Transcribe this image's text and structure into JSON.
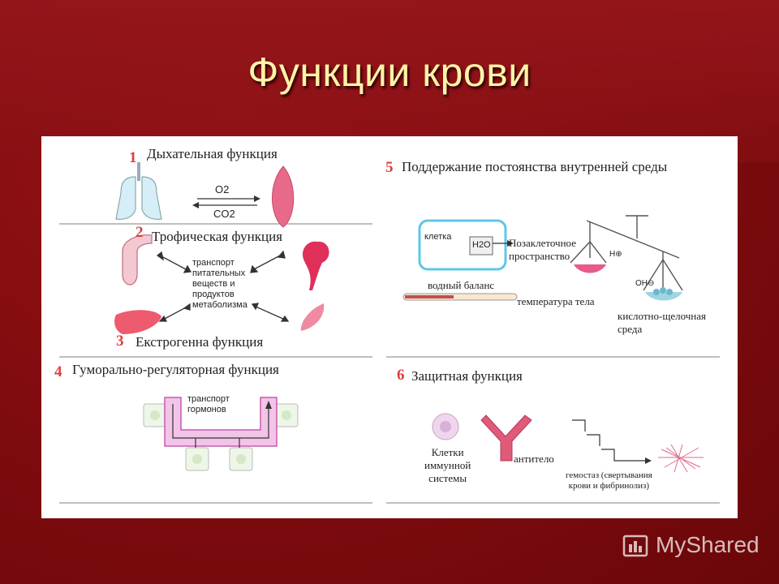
{
  "slide_title": "Функции крови",
  "sections": {
    "s1": {
      "number": "1",
      "title": "Дыхательная функция",
      "o2": "O2",
      "co2": "CO2"
    },
    "s2": {
      "number": "2",
      "title": "Трофическая функция",
      "center_lines": [
        "транспорт",
        "питательных",
        "веществ и",
        "продуктов",
        "метаболизма"
      ]
    },
    "s3": {
      "number": "3",
      "title": "Екстрогенна функция"
    },
    "s4": {
      "number": "4",
      "title": "Гуморально-регуляторная функция",
      "label_lines": [
        "транспорт",
        "гормонов"
      ]
    },
    "s5": {
      "number": "5",
      "title": "Поддержание постоянства внутренней среды",
      "cell": "клетка",
      "h2o": "H2O",
      "extracellular_lines": [
        "Позаклеточное",
        "пространство"
      ],
      "water": "водный баланс",
      "temperature": "температура тела",
      "acid_lines": [
        "кислотно-щелочная",
        "среда"
      ],
      "h_ion": "H⊕",
      "oh_ion": "OH⊖"
    },
    "s6": {
      "number": "6",
      "title": "Защитная функция",
      "immune_lines": [
        "Клетки",
        "иммунной",
        "системы"
      ],
      "antibody": "антитело",
      "hemostasis_lines": [
        "гемостаз (свертывания",
        "крови и фибринолиз)"
      ]
    }
  },
  "watermark": "MyShared",
  "colors": {
    "background": "#7e0b0e",
    "title": "#fff4a8",
    "number": "#d9413b",
    "panel": "#ffffff"
  }
}
